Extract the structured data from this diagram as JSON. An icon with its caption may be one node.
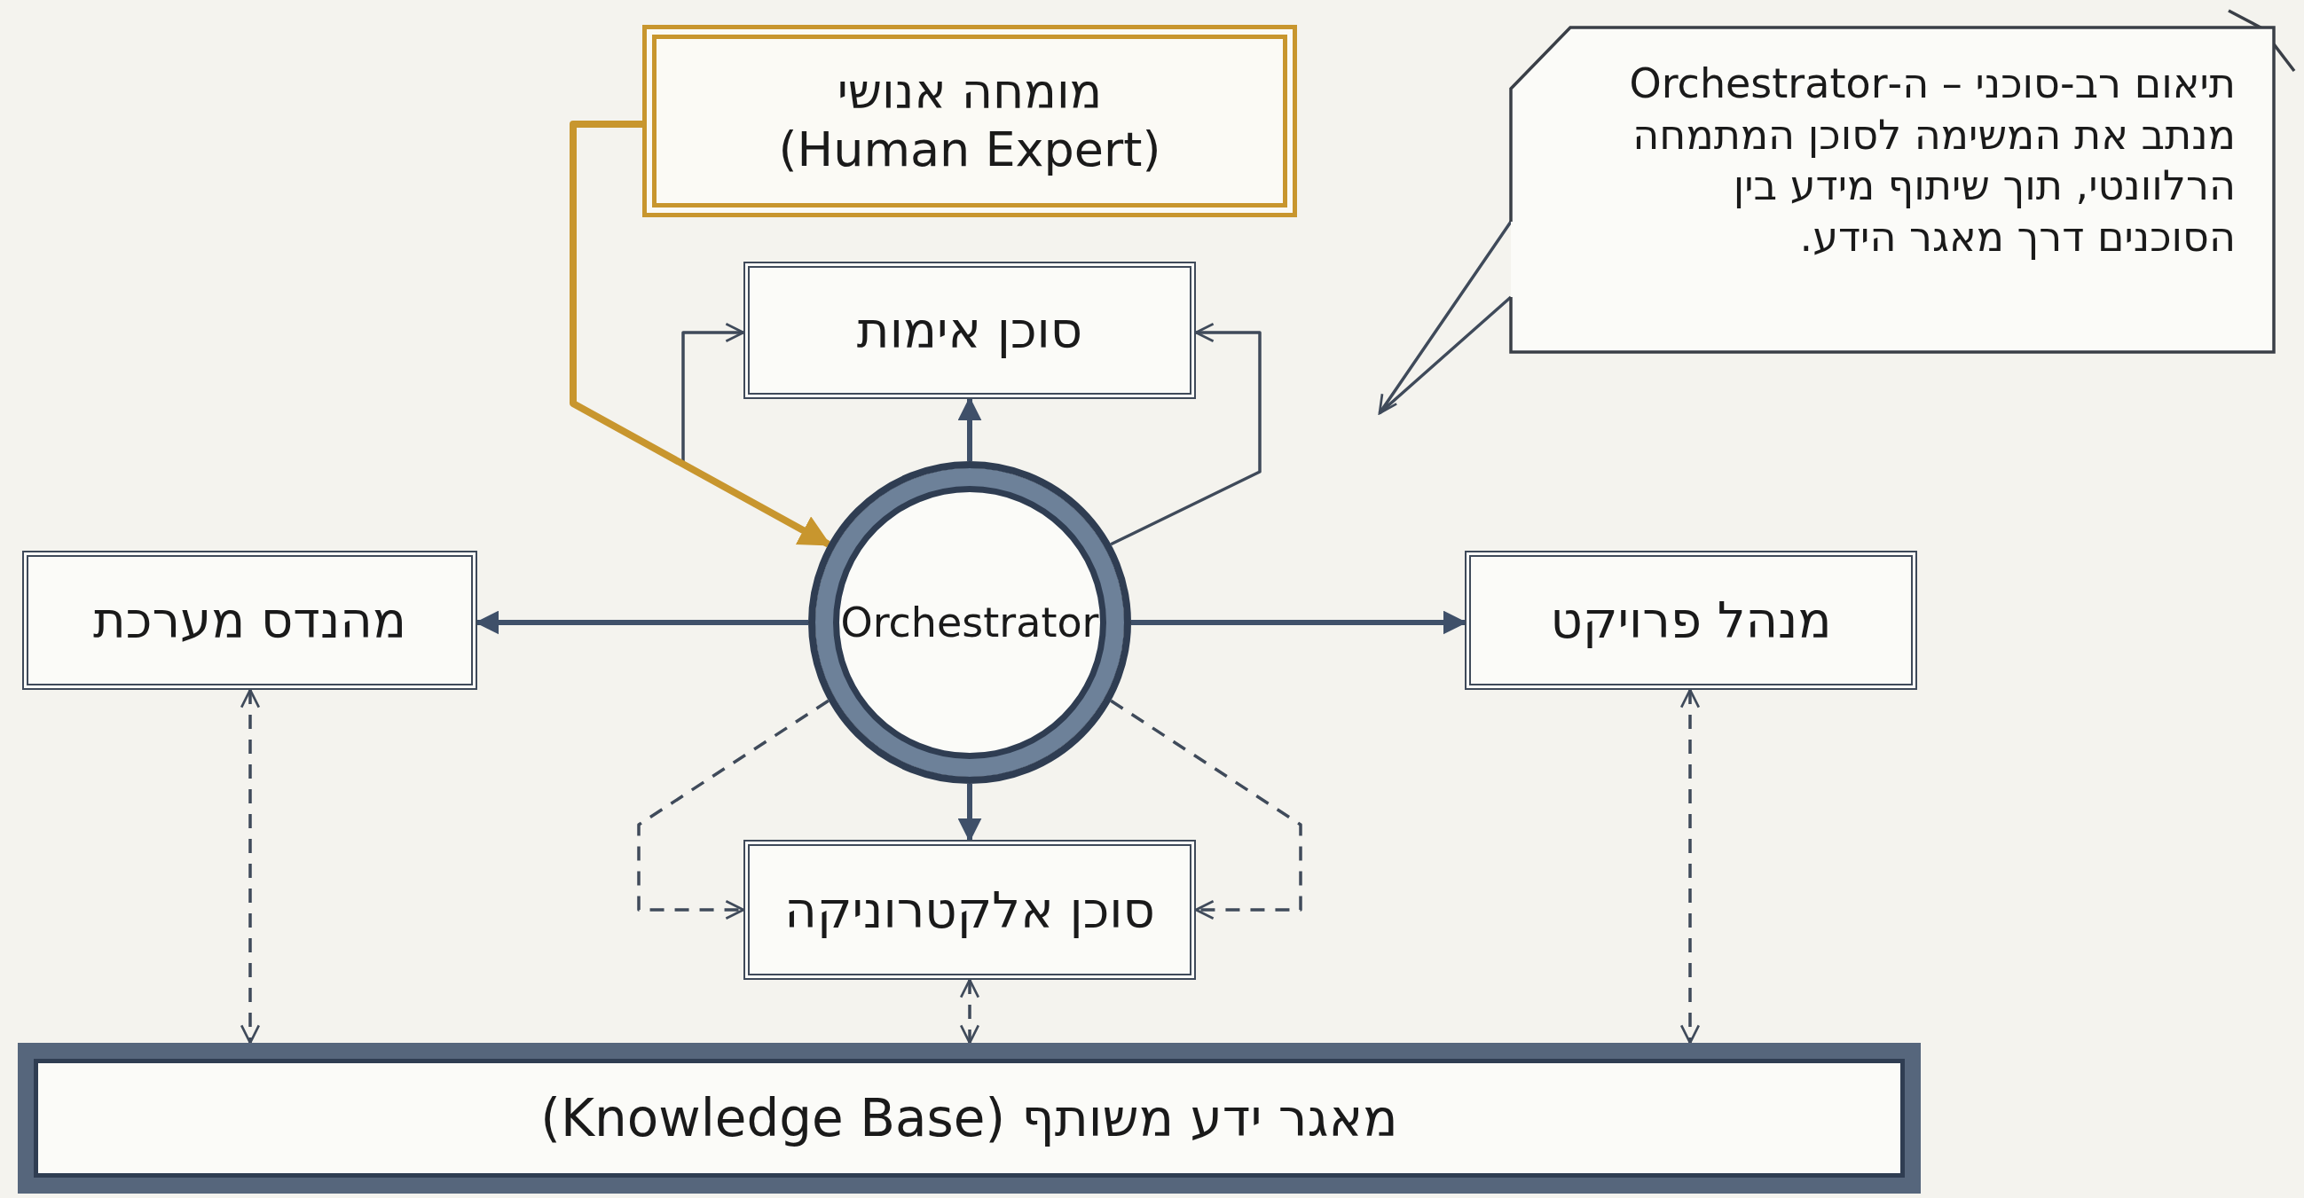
{
  "diagram": {
    "nodes": [
      {
        "text": [
          "מומחה אנושי",
          "(Human Expert)"
        ]
      },
      {
        "text": [
          "סוכן אימות"
        ]
      },
      {
        "text": [
          "Orchestrator"
        ]
      },
      {
        "text": [
          "מהנדס מערכת"
        ]
      },
      {
        "text": [
          "מנהל פרויקט"
        ]
      },
      {
        "text": [
          "סוכן אלקטרוניקה"
        ]
      },
      {
        "text": [
          "מאגר ידע משותף (Knowledge Base)"
        ]
      },
      {
        "text": [
          "תיאום רב-סוכני – ה-Orchestrator מנתב את המשימה לסוכן המתמחה הרלוונטי, תוך שיתוף מידע בין הסוכנים דרך מאגר הידע."
        ]
      }
    ],
    "edges": [
      {
        "from": 0,
        "to": 1,
        "arrow": "to"
      },
      {
        "from": 0,
        "to": 2,
        "arrow": "to",
        "style": "thick",
        "color": "#c8962e"
      },
      {
        "from": 2,
        "to": 1,
        "arrow": "to"
      },
      {
        "from": 2,
        "to": 3,
        "arrow": "to"
      },
      {
        "from": 2,
        "to": 4,
        "arrow": "to"
      },
      {
        "from": 2,
        "to": 5,
        "arrow": "to"
      },
      {
        "from": 2,
        "to": 1,
        "arrow": "to"
      },
      {
        "from": 2,
        "to": 5,
        "arrow": "to",
        "style": "dashed"
      },
      {
        "from": 2,
        "to": 5,
        "arrow": "to",
        "style": "dashed"
      },
      {
        "from": 3,
        "to": 6,
        "arrow": "both",
        "style": "dashed"
      },
      {
        "from": 5,
        "to": 6,
        "arrow": "both",
        "style": "dashed"
      },
      {
        "from": 4,
        "to": 6,
        "arrow": "both",
        "style": "dashed"
      },
      {
        "from": 7,
        "to": null,
        "arrow": "to"
      }
    ]
  }
}
